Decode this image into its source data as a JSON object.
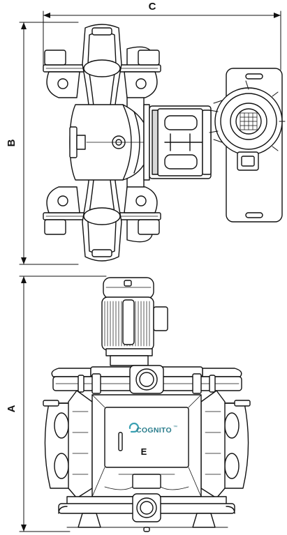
{
  "dimensions": {
    "a": "A",
    "b": "B",
    "c": "C"
  },
  "panel_label": "E",
  "brand": {
    "text": "COGNITO",
    "color": "#2a7d8c",
    "accent": "#3aa1b3",
    "trademark": "™"
  },
  "colors": {
    "line": "#111111",
    "fill": "#ffffff",
    "shade": "#d8d8d8"
  }
}
